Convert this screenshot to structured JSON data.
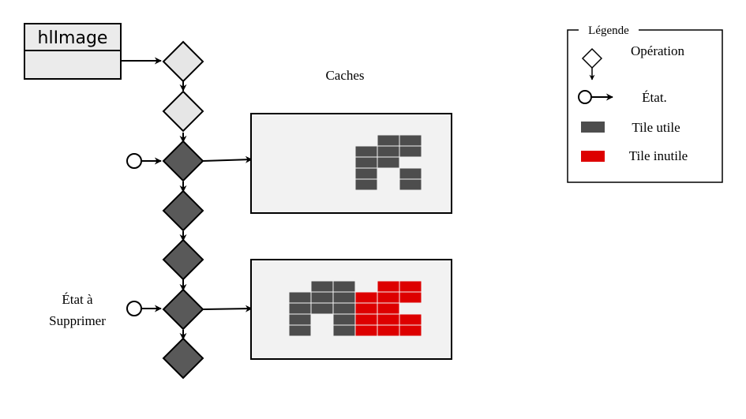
{
  "class_box": {
    "title": "hlImage"
  },
  "caches_title": "Caches",
  "side_label": {
    "line1": "État à",
    "line2": "Supprimer"
  },
  "legend": {
    "title": "Légende",
    "operation": "Opération",
    "state": "État.",
    "tile_useful": "Tile utile",
    "tile_useless": "Tile inutile"
  },
  "colors": {
    "op_light": "#e6e6e6",
    "op_dark": "#595959",
    "tile_useful": "#4d4d4d",
    "tile_useless": "#dd0000",
    "cache_bg": "#f2f2f2",
    "class_box_bg": "#ebebeb"
  },
  "icons": {
    "operation": "diamond-icon",
    "state": "circle-icon"
  }
}
